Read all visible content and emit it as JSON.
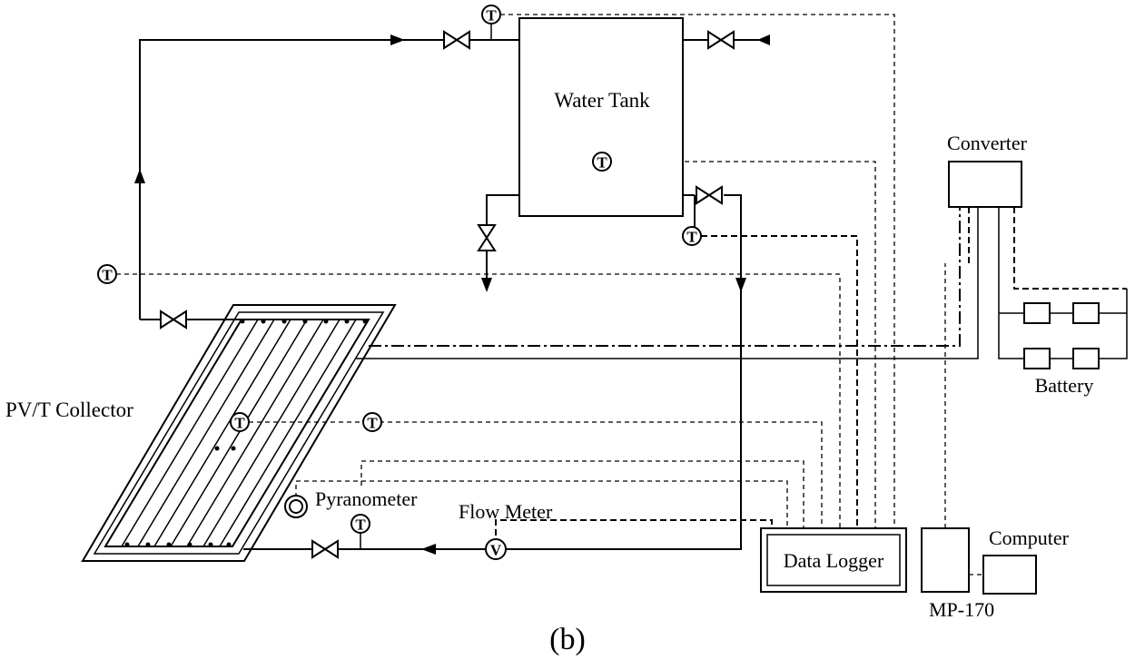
{
  "labels": {
    "water_tank": "Water Tank",
    "converter": "Converter",
    "battery": "Battery",
    "pvt_collector": "PV/T Collector",
    "pyranometer": "Pyranometer",
    "flow_meter": "Flow Meter",
    "data_logger": "Data Logger",
    "computer": "Computer",
    "mp170": "MP-170",
    "caption": "(b)"
  },
  "symbols": {
    "temperature_sensor": "T",
    "flow_sensor": "V"
  },
  "icons": {
    "valve": "bowtie-valve-icon",
    "temperature_sensor": "circled-t-icon",
    "flow_meter": "circled-v-icon",
    "pyranometer": "double-circle-icon"
  },
  "colors": {
    "line": "#000000",
    "background": "#ffffff"
  }
}
